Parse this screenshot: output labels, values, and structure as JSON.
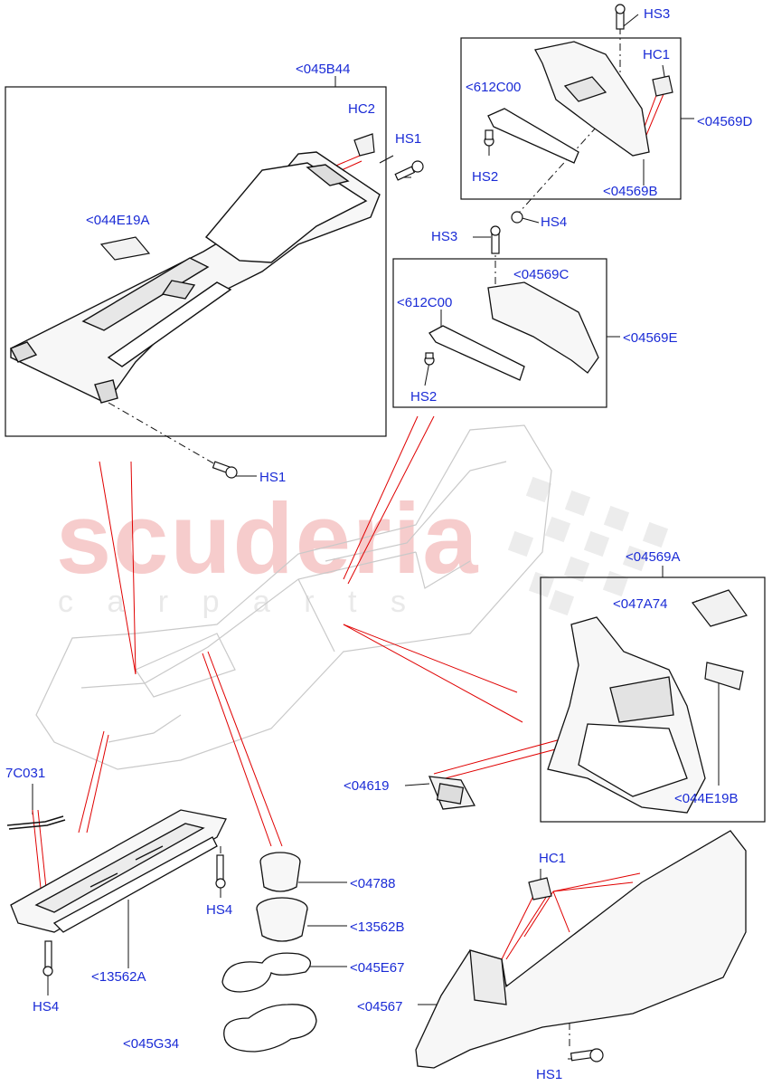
{
  "watermark": {
    "main": "scuderia",
    "sub": "c a r  p a r t s"
  },
  "labels": {
    "b045B44": "<045B44",
    "hc2": "HC2",
    "hs1_top": "HS1",
    "b044E19A": "<044E19A",
    "hs1_mid": "HS1",
    "hs3_top": "HS3",
    "hc1_top": "HC1",
    "c612_top": "<612C00",
    "b04569D": "<04569D",
    "hs2_top": "HS2",
    "b04569B": "<04569B",
    "hs4_top": "HS4",
    "hs3_mid": "HS3",
    "b04569C": "<04569C",
    "c612_mid": "<612C00",
    "b04569E": "<04569E",
    "hs2_mid": "HS2",
    "b04569A": "<04569A",
    "b047A74": "<047A74",
    "b044E19B": "<044E19B",
    "b04619": "<04619",
    "b7C031": "7C031",
    "hs4_left": "HS4",
    "hs4_mid": "HS4",
    "b13562A": "<13562A",
    "b04788": "<04788",
    "b13562B": "<13562B",
    "b045E67": "<045E67",
    "b045G34": "<045G34",
    "hc1_bot": "HC1",
    "b04567": "<04567",
    "hs1_bot": "HS1"
  },
  "colors": {
    "label": "#1a2bd6",
    "callout": "#e00000",
    "line": "#111111",
    "watermark": "#f4c6c6"
  }
}
